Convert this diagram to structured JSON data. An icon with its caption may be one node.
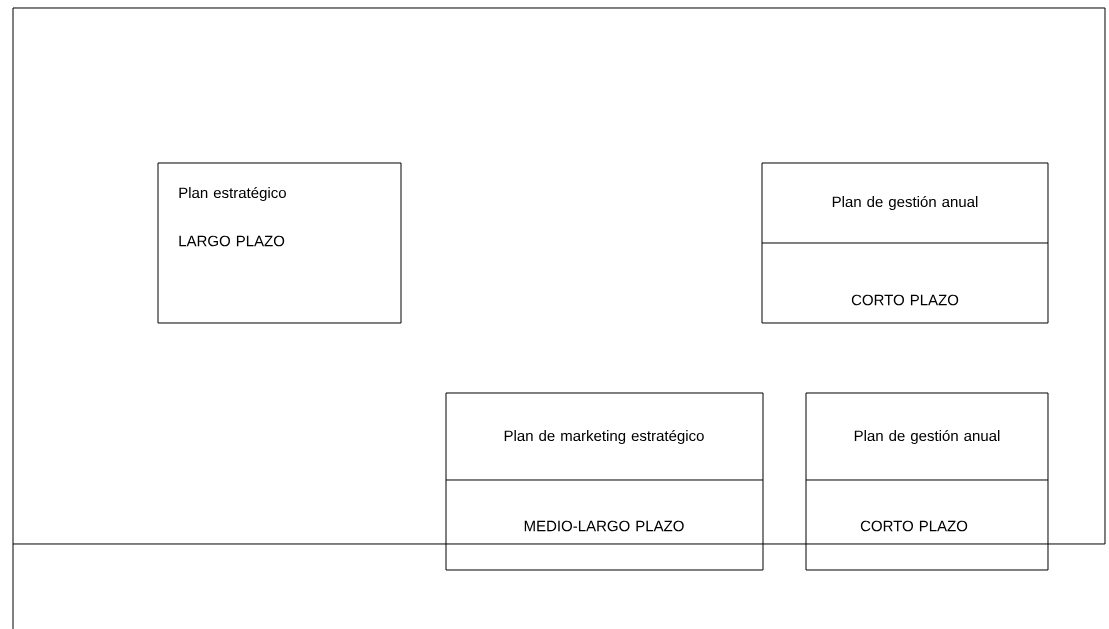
{
  "diagram": {
    "nodes": [
      {
        "text": [
          "Plan estratégico",
          "LARGO PLAZO"
        ]
      },
      {
        "text": [
          "Plan de gestión anual",
          "CORTO PLAZO"
        ]
      },
      {
        "text": [
          "Plan de marketing estratégico",
          "MEDIO-LARGO PLAZO"
        ]
      },
      {
        "text": [
          "Plan de gestión anual",
          "CORTO PLAZO"
        ]
      }
    ]
  }
}
